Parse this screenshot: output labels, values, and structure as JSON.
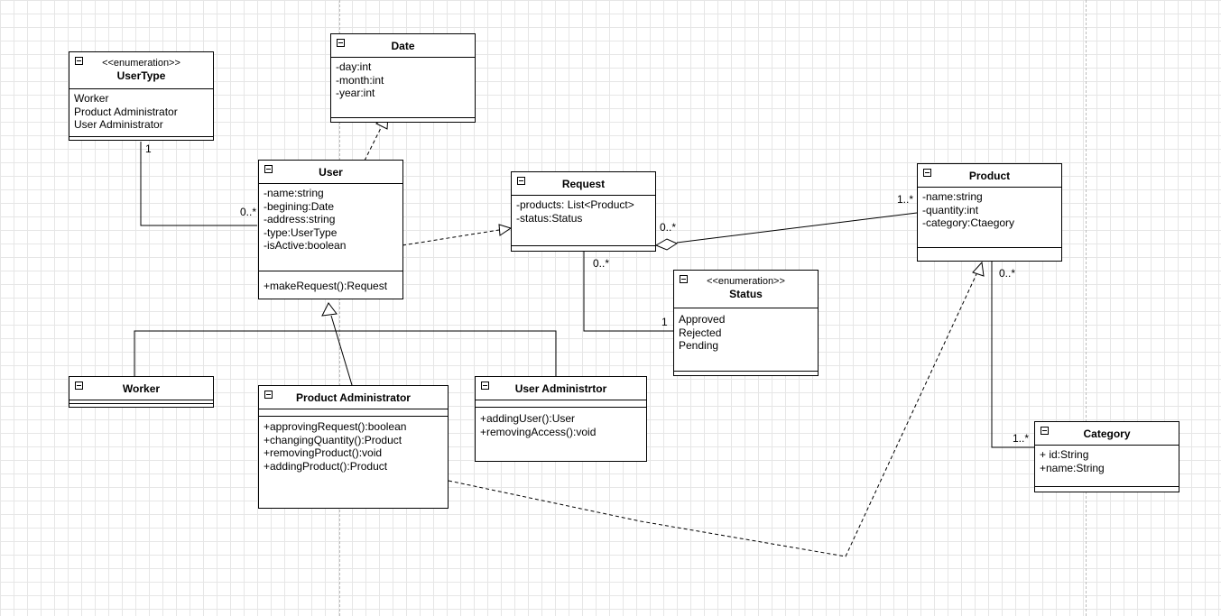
{
  "classes": {
    "usertype": {
      "stereotype": "<<enumeration>>",
      "name": "UserType",
      "literals": [
        "Worker",
        "Product Administrator",
        "User Administrator"
      ]
    },
    "date": {
      "name": "Date",
      "attributes": [
        "-day:int",
        "-month:int",
        "-year:int"
      ]
    },
    "user": {
      "name": "User",
      "attributes": [
        "-name:string",
        "-begining:Date",
        "-address:string",
        "-type:UserType",
        "-isActive:boolean"
      ],
      "operations": [
        "+makeRequest():Request"
      ]
    },
    "request": {
      "name": "Request",
      "attributes": [
        "-products: List<Product>",
        "-status:Status"
      ]
    },
    "product": {
      "name": "Product",
      "attributes": [
        "-name:string",
        "-quantity:int",
        "-category:Ctaegory"
      ]
    },
    "status": {
      "stereotype": "<<enumeration>>",
      "name": "Status",
      "literals": [
        "Approved",
        "Rejected",
        "Pending"
      ]
    },
    "worker": {
      "name": "Worker"
    },
    "product_admin": {
      "name": "Product Administrator",
      "operations": [
        "+approvingRequest():boolean",
        "+changingQuantity():Product",
        "+removingProduct():void",
        "+addingProduct():Product"
      ]
    },
    "user_admin": {
      "name": "User Administrtor",
      "operations": [
        "+addingUser():User",
        "+removingAccess():void"
      ]
    },
    "category": {
      "name": "Category",
      "attributes": [
        "+ id:String",
        "+name:String"
      ]
    }
  },
  "multiplicities": {
    "usertype_end": "1",
    "user_end": "0..*",
    "request_products_end": "0..*",
    "product_request_end": "1..*",
    "request_status_end": "0..*",
    "status_end": "1",
    "product_category_end": "0..*",
    "category_end": "1..*"
  }
}
